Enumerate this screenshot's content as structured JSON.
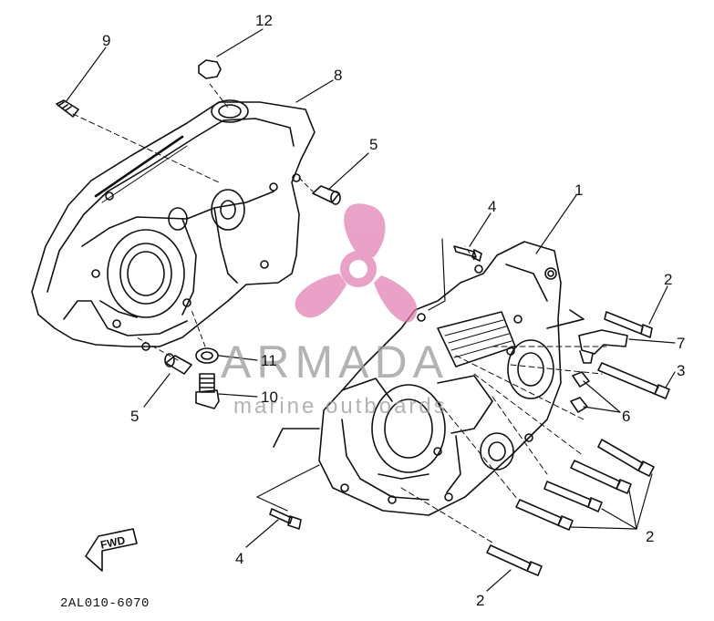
{
  "diagram": {
    "part_code": "2AL010-6070",
    "callouts": {
      "c1": "1",
      "c2a": "2",
      "c2b": "2",
      "c2c": "2",
      "c3": "3",
      "c4a": "4",
      "c4b": "4",
      "c5a": "5",
      "c5b": "5",
      "c6": "6",
      "c7": "7",
      "c8": "8",
      "c9": "9",
      "c10": "10",
      "c11": "11",
      "c12": "12"
    },
    "fwd_label": "FWD"
  },
  "watermark": {
    "brand": "ARMADA",
    "tagline": "marine outboards",
    "logo_icon": "propeller-icon",
    "color": "#e07ab0"
  }
}
